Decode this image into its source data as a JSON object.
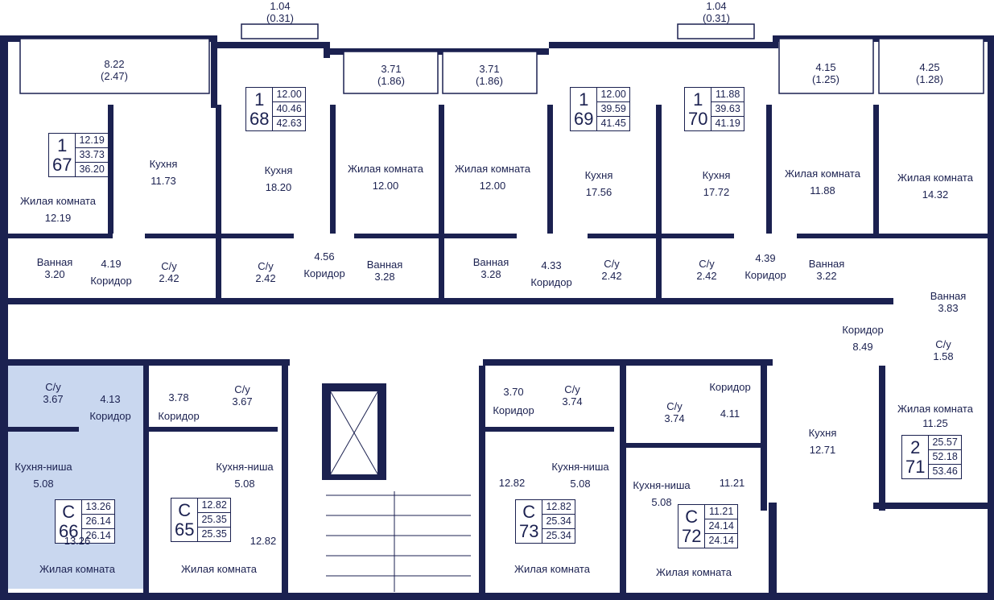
{
  "colors": {
    "wall": "#1b2150",
    "highlight": "#c9d7ef",
    "line": "#1b2150",
    "window": "#ffffff"
  },
  "balconies": [
    {
      "id": "b1",
      "line1": "8.22",
      "line2": "(2.47)"
    },
    {
      "id": "b2",
      "line1": "1.04",
      "line2": "(0.31)"
    },
    {
      "id": "b3",
      "line1": "3.71",
      "line2": "(1.86)"
    },
    {
      "id": "b4",
      "line1": "3.71",
      "line2": "(1.86)"
    },
    {
      "id": "b5",
      "line1": "1.04",
      "line2": "(0.31)"
    },
    {
      "id": "b6",
      "line1": "4.15",
      "line2": "(1.25)"
    },
    {
      "id": "b7",
      "line1": "4.25",
      "line2": "(1.28)"
    }
  ],
  "apartments": [
    {
      "id": "a67",
      "rooms": "1",
      "number": "67",
      "living": "12.19",
      "area1": "33.73",
      "area2": "36.20"
    },
    {
      "id": "a68",
      "rooms": "1",
      "number": "68",
      "living": "12.00",
      "area1": "40.46",
      "area2": "42.63"
    },
    {
      "id": "a69",
      "rooms": "1",
      "number": "69",
      "living": "12.00",
      "area1": "39.59",
      "area2": "41.45"
    },
    {
      "id": "a70",
      "rooms": "1",
      "number": "70",
      "living": "11.88",
      "area1": "39.63",
      "area2": "41.19"
    },
    {
      "id": "a71",
      "rooms": "2",
      "number": "71",
      "living": "25.57",
      "area1": "52.18",
      "area2": "53.46"
    },
    {
      "id": "a66",
      "rooms": "С",
      "number": "66",
      "living": "13.26",
      "area1": "26.14",
      "area2": "26.14"
    },
    {
      "id": "a65",
      "rooms": "С",
      "number": "65",
      "living": "12.82",
      "area1": "25.35",
      "area2": "25.35"
    },
    {
      "id": "a73",
      "rooms": "С",
      "number": "73",
      "living": "12.82",
      "area1": "25.34",
      "area2": "25.34"
    },
    {
      "id": "a72",
      "rooms": "С",
      "number": "72",
      "living": "11.21",
      "area1": "24.14",
      "area2": "24.14"
    }
  ],
  "rooms": [
    {
      "id": "r1",
      "name": "Жилая комната",
      "area": "12.19"
    },
    {
      "id": "r2",
      "name": "Кухня",
      "area": "11.73"
    },
    {
      "id": "r3",
      "name": "Кухня",
      "area": "18.20"
    },
    {
      "id": "r4",
      "name": "Жилая комната",
      "area": "12.00"
    },
    {
      "id": "r5",
      "name": "Жилая комната",
      "area": "12.00"
    },
    {
      "id": "r6",
      "name": "Кухня",
      "area": "17.56"
    },
    {
      "id": "r7",
      "name": "Кухня",
      "area": "17.72"
    },
    {
      "id": "r8",
      "name": "Жилая комната",
      "area": "11.88"
    },
    {
      "id": "r9",
      "name": "Жилая комната",
      "area": "14.32"
    },
    {
      "id": "r10",
      "name": "Ванная",
      "area": "3.20"
    },
    {
      "id": "r11",
      "name": "Коридор",
      "area": "4.19"
    },
    {
      "id": "r12",
      "name": "С/у",
      "area": "2.42"
    },
    {
      "id": "r13",
      "name": "С/у",
      "area": "2.42"
    },
    {
      "id": "r14",
      "name": "Коридор",
      "area": "4.56"
    },
    {
      "id": "r15",
      "name": "Ванная",
      "area": "3.28"
    },
    {
      "id": "r16",
      "name": "Ванная",
      "area": "3.28"
    },
    {
      "id": "r17",
      "name": "Коридор",
      "area": "4.33"
    },
    {
      "id": "r18",
      "name": "С/у",
      "area": "2.42"
    },
    {
      "id": "r19",
      "name": "С/у",
      "area": "2.42"
    },
    {
      "id": "r20",
      "name": "Коридор",
      "area": "4.39"
    },
    {
      "id": "r21",
      "name": "Ванная",
      "area": "3.22"
    },
    {
      "id": "r22",
      "name": "Ванная",
      "area": "3.83"
    },
    {
      "id": "r23",
      "name": "Коридор",
      "area": "8.49"
    },
    {
      "id": "r24",
      "name": "С/у",
      "area": "1.58"
    },
    {
      "id": "r25",
      "name": "С/у",
      "area": "3.67"
    },
    {
      "id": "r26",
      "name": "Коридор",
      "area": "4.13"
    },
    {
      "id": "r27",
      "name": "Кухня-ниша",
      "area": "5.08"
    },
    {
      "id": "r28",
      "name": "Жилая комната",
      "area": "13.26"
    },
    {
      "id": "r29",
      "name": "Коридор",
      "area": "3.78"
    },
    {
      "id": "r30",
      "name": "С/у",
      "area": "3.67"
    },
    {
      "id": "r31",
      "name": "Кухня-ниша",
      "area": "5.08"
    },
    {
      "id": "r32",
      "name": "Жилая комната",
      "area": "12.82"
    },
    {
      "id": "r33",
      "name": "Коридор",
      "area": "3.70"
    },
    {
      "id": "r34",
      "name": "С/у",
      "area": "3.74"
    },
    {
      "id": "r35",
      "name": "Кухня-ниша",
      "area": "5.08"
    },
    {
      "id": "r36",
      "name": "Жилая комната",
      "area": "12.82"
    },
    {
      "id": "r37",
      "name": "С/у",
      "area": "3.74"
    },
    {
      "id": "r38",
      "name": "Коридор",
      "area": "4.11"
    },
    {
      "id": "r39",
      "name": "Кухня-ниша",
      "area": "5.08"
    },
    {
      "id": "r40",
      "name": "Жилая комната",
      "area": "11.21"
    },
    {
      "id": "r41",
      "name": "Кухня",
      "area": "12.71"
    },
    {
      "id": "r42",
      "name": "Жилая комната",
      "area": "11.25"
    }
  ]
}
